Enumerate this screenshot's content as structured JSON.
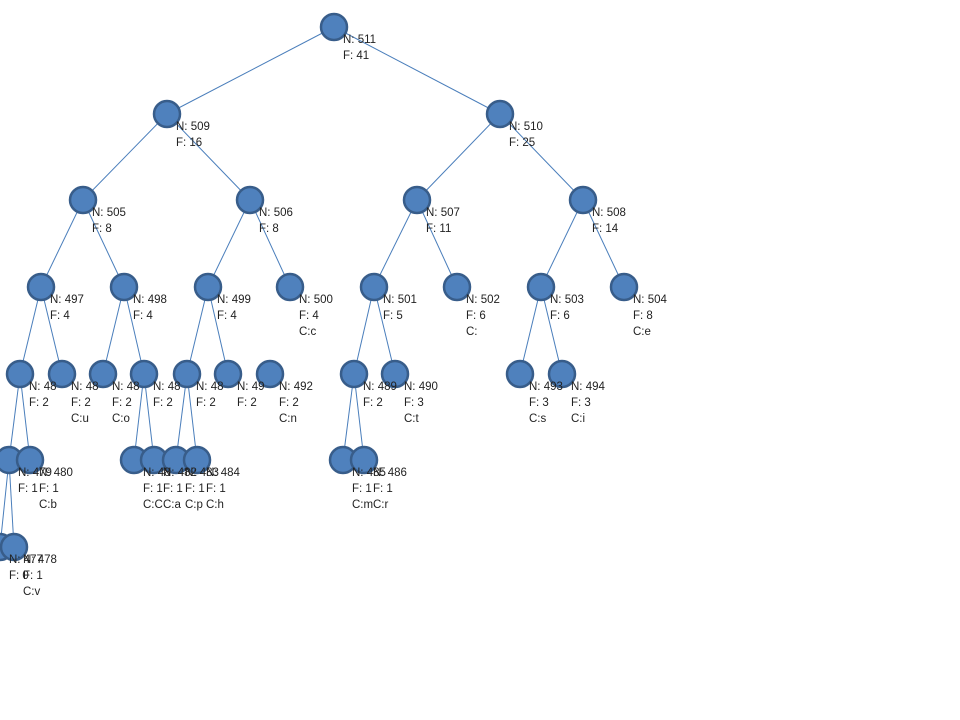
{
  "colors": {
    "node_fill": "#4f81bd",
    "node_stroke": "#385d8a",
    "edge": "#4a7ebb",
    "text": "#222222"
  },
  "tree": {
    "nodes": [
      {
        "id": "n511",
        "lines": [
          "N: 511",
          "F: 41"
        ]
      },
      {
        "id": "n509",
        "lines": [
          "N: 509",
          "F: 16"
        ]
      },
      {
        "id": "n510",
        "lines": [
          "N: 510",
          "F: 25"
        ]
      },
      {
        "id": "n505",
        "lines": [
          "N: 505",
          "F: 8"
        ]
      },
      {
        "id": "n506",
        "lines": [
          "N: 506",
          "F: 8"
        ]
      },
      {
        "id": "n507",
        "lines": [
          "N: 507",
          "F: 11"
        ]
      },
      {
        "id": "n508",
        "lines": [
          "N: 508",
          "F: 14"
        ]
      },
      {
        "id": "n497",
        "lines": [
          "N: 497",
          "F: 4"
        ]
      },
      {
        "id": "n498",
        "lines": [
          "N: 498",
          "F: 4"
        ]
      },
      {
        "id": "n499",
        "lines": [
          "N: 499",
          "F: 4"
        ]
      },
      {
        "id": "n500",
        "lines": [
          "N: 500",
          "F: 4",
          "C:c"
        ]
      },
      {
        "id": "n501",
        "lines": [
          "N: 501",
          "F: 5"
        ]
      },
      {
        "id": "n502",
        "lines": [
          "N: 502",
          "F: 6",
          "C: "
        ]
      },
      {
        "id": "n503",
        "lines": [
          "N: 503",
          "F: 6"
        ]
      },
      {
        "id": "n504",
        "lines": [
          "N: 504",
          "F: 8",
          "C:e"
        ]
      },
      {
        "id": "n_l4a",
        "lines": [
          "N: 48",
          "F: 2"
        ]
      },
      {
        "id": "n_l4b",
        "lines": [
          "N: 48",
          "F: 2",
          "C:u"
        ]
      },
      {
        "id": "n_l4c",
        "lines": [
          "N: 48",
          "F: 2",
          "C:o"
        ]
      },
      {
        "id": "n_l4d",
        "lines": [
          "N: 48",
          "F: 2"
        ]
      },
      {
        "id": "n_l4e",
        "lines": [
          "N: 48",
          "F: 2"
        ]
      },
      {
        "id": "n_l4f",
        "lines": [
          "N: 49",
          "F: 2"
        ]
      },
      {
        "id": "n492",
        "lines": [
          "N: 492",
          "F: 2",
          "C:n"
        ]
      },
      {
        "id": "n_l4h",
        "lines": [
          "N: 489",
          "F: 2"
        ]
      },
      {
        "id": "n490",
        "lines": [
          "N: 490",
          "F: 3",
          "C:t"
        ]
      },
      {
        "id": "n_l4j",
        "lines": [
          "N: 493",
          "F: 3",
          "C:s"
        ]
      },
      {
        "id": "n494",
        "lines": [
          "N: 494",
          "F: 3",
          "C:i"
        ]
      },
      {
        "id": "n479",
        "lines": [
          "N: 479",
          "F: 1"
        ]
      },
      {
        "id": "n480",
        "lines": [
          "N: 480",
          "F: 1",
          "C:b"
        ]
      },
      {
        "id": "n481",
        "lines": [
          "N: 48",
          "F: 1",
          "C:C"
        ]
      },
      {
        "id": "n482",
        "lines": [
          "N: 482",
          "F: 1",
          "C:a"
        ]
      },
      {
        "id": "n483",
        "lines": [
          "N: 483",
          "F: 1",
          "C:p"
        ]
      },
      {
        "id": "n484",
        "lines": [
          "N: 484",
          "F: 1",
          "C:h"
        ]
      },
      {
        "id": "n485",
        "lines": [
          "N: 485",
          "F: 1",
          "C:m"
        ]
      },
      {
        "id": "n486",
        "lines": [
          "N: 486",
          "F: 1",
          "C:r"
        ]
      },
      {
        "id": "n477",
        "lines": [
          "N: 477",
          "F: 0"
        ]
      },
      {
        "id": "n478",
        "lines": [
          "N: 478",
          "F: 1",
          "C:v"
        ]
      }
    ],
    "edges": [
      [
        "n511",
        "n509"
      ],
      [
        "n511",
        "n510"
      ],
      [
        "n509",
        "n505"
      ],
      [
        "n509",
        "n506"
      ],
      [
        "n510",
        "n507"
      ],
      [
        "n510",
        "n508"
      ],
      [
        "n505",
        "n497"
      ],
      [
        "n505",
        "n498"
      ],
      [
        "n506",
        "n499"
      ],
      [
        "n506",
        "n500"
      ],
      [
        "n507",
        "n501"
      ],
      [
        "n507",
        "n502"
      ],
      [
        "n508",
        "n503"
      ],
      [
        "n508",
        "n504"
      ],
      [
        "n497",
        "n_l4a"
      ],
      [
        "n497",
        "n_l4b"
      ],
      [
        "n498",
        "n_l4c"
      ],
      [
        "n498",
        "n_l4d"
      ],
      [
        "n499",
        "n_l4e"
      ],
      [
        "n499",
        "n_l4f"
      ],
      [
        "n501",
        "n_l4h"
      ],
      [
        "n501",
        "n490"
      ],
      [
        "n503",
        "n_l4j"
      ],
      [
        "n503",
        "n494"
      ],
      [
        "n_l4a",
        "n479"
      ],
      [
        "n_l4a",
        "n480"
      ],
      [
        "n_l4d",
        "n481"
      ],
      [
        "n_l4d",
        "n482"
      ],
      [
        "n_l4e",
        "n483"
      ],
      [
        "n_l4e",
        "n484"
      ],
      [
        "n_l4h",
        "n485"
      ],
      [
        "n_l4h",
        "n486"
      ],
      [
        "n479",
        "n477"
      ],
      [
        "n479",
        "n478"
      ]
    ]
  }
}
